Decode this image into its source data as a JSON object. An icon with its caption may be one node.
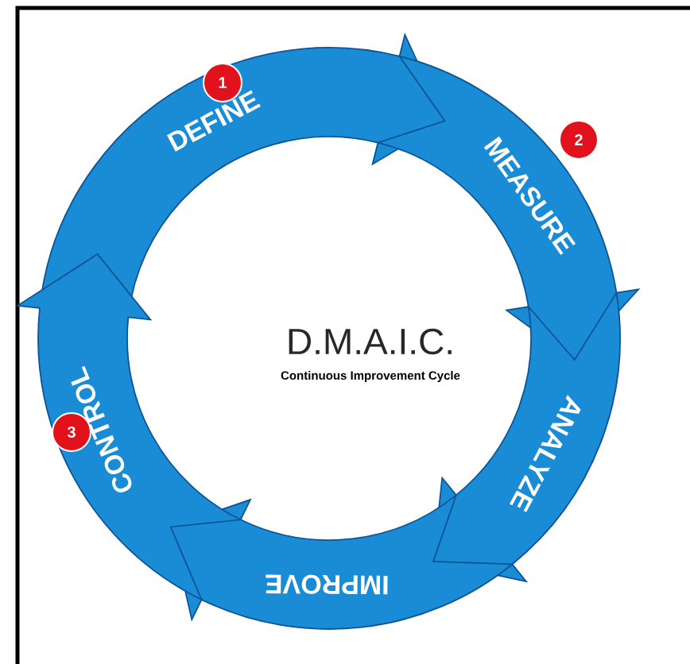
{
  "diagram": {
    "title": "D.M.A.I.C.",
    "nodes": [
      {
        "text": [
          "DEFINE"
        ]
      },
      {
        "text": [
          "MEASURE"
        ]
      },
      {
        "text": [
          "ANALYZE"
        ]
      },
      {
        "text": [
          "IMPROVE"
        ]
      },
      {
        "text": [
          "CONTROL"
        ]
      }
    ],
    "labels": [
      "1",
      "2",
      "3",
      "Continuous Improvement Cycle"
    ]
  }
}
